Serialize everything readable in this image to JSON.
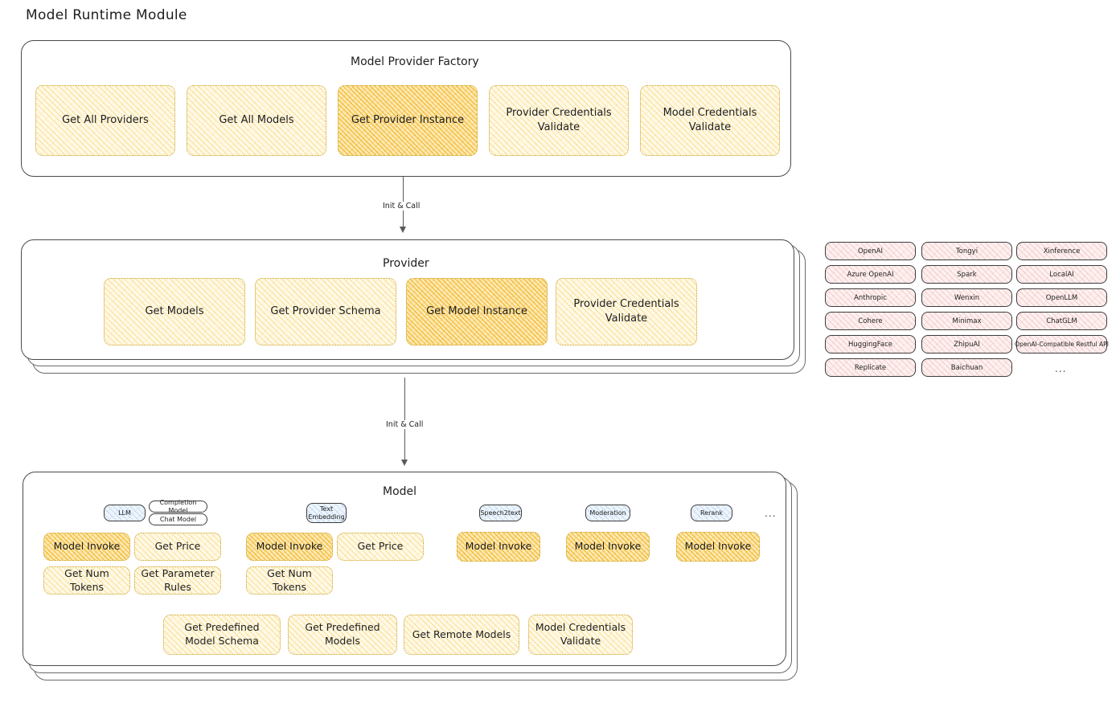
{
  "title": "Model Runtime Module",
  "colors": {
    "accent_amber": "#f5ca5a",
    "accent_amber_dark": "#f0b428",
    "chip_pink": "#fdf1f0",
    "tag_blue": "#eef5fc",
    "stroke": "#1e1e1e"
  },
  "factory": {
    "title": "Model Provider Factory",
    "items": [
      {
        "label": "Get All Providers",
        "highlight": false
      },
      {
        "label": "Get All Models",
        "highlight": false
      },
      {
        "label": "Get Provider Instance",
        "highlight": true
      },
      {
        "label": "Provider Credentials Validate",
        "highlight": false
      },
      {
        "label": "Model Credentials Validate",
        "highlight": false
      }
    ]
  },
  "arrows": [
    {
      "label": "Init & Call"
    },
    {
      "label": "Init & Call"
    }
  ],
  "provider": {
    "title": "Provider",
    "items": [
      {
        "label": "Get Models",
        "highlight": false
      },
      {
        "label": "Get Provider Schema",
        "highlight": false
      },
      {
        "label": "Get Model Instance",
        "highlight": true
      },
      {
        "label": "Provider Credentials Validate",
        "highlight": false
      }
    ]
  },
  "provider_list": {
    "columns": [
      {
        "items": [
          "OpenAI",
          "Azure OpenAI",
          "Anthropic",
          "Cohere",
          "HuggingFace",
          "Replicate"
        ]
      },
      {
        "items": [
          "Tongyi",
          "Spark",
          "Wenxin",
          "Minimax",
          "ZhipuAI",
          "Baichuan"
        ]
      },
      {
        "items": [
          "Xinference",
          "LocalAI",
          "OpenLLM",
          "ChatGLM",
          "OpenAI-Compatible Restful API"
        ]
      }
    ],
    "more": "..."
  },
  "model": {
    "title": "Model",
    "more": "...",
    "types": [
      {
        "tag": "LLM",
        "subtags": [
          "Completion Model",
          "Chat Model"
        ],
        "functions": [
          {
            "label": "Model Invoke",
            "highlight": true
          },
          {
            "label": "Get Price",
            "highlight": false
          },
          {
            "label": "Get Num Tokens",
            "highlight": false
          },
          {
            "label": "Get Parameter Rules",
            "highlight": false
          }
        ]
      },
      {
        "tag": "Text\nEmbedding",
        "subtags": [],
        "functions": [
          {
            "label": "Model Invoke",
            "highlight": true
          },
          {
            "label": "Get Price",
            "highlight": false
          },
          {
            "label": "Get Num Tokens",
            "highlight": false
          }
        ]
      },
      {
        "tag": "Speech2text",
        "subtags": [],
        "functions": [
          {
            "label": "Model Invoke",
            "highlight": true
          }
        ]
      },
      {
        "tag": "Moderation",
        "subtags": [],
        "functions": [
          {
            "label": "Model Invoke",
            "highlight": true
          }
        ]
      },
      {
        "tag": "Rerank",
        "subtags": [],
        "functions": [
          {
            "label": "Model Invoke",
            "highlight": true
          }
        ]
      }
    ],
    "shared_functions": [
      "Get Predefined Model Schema",
      "Get Predefined Models",
      "Get Remote Models",
      "Model Credentials Validate"
    ]
  }
}
